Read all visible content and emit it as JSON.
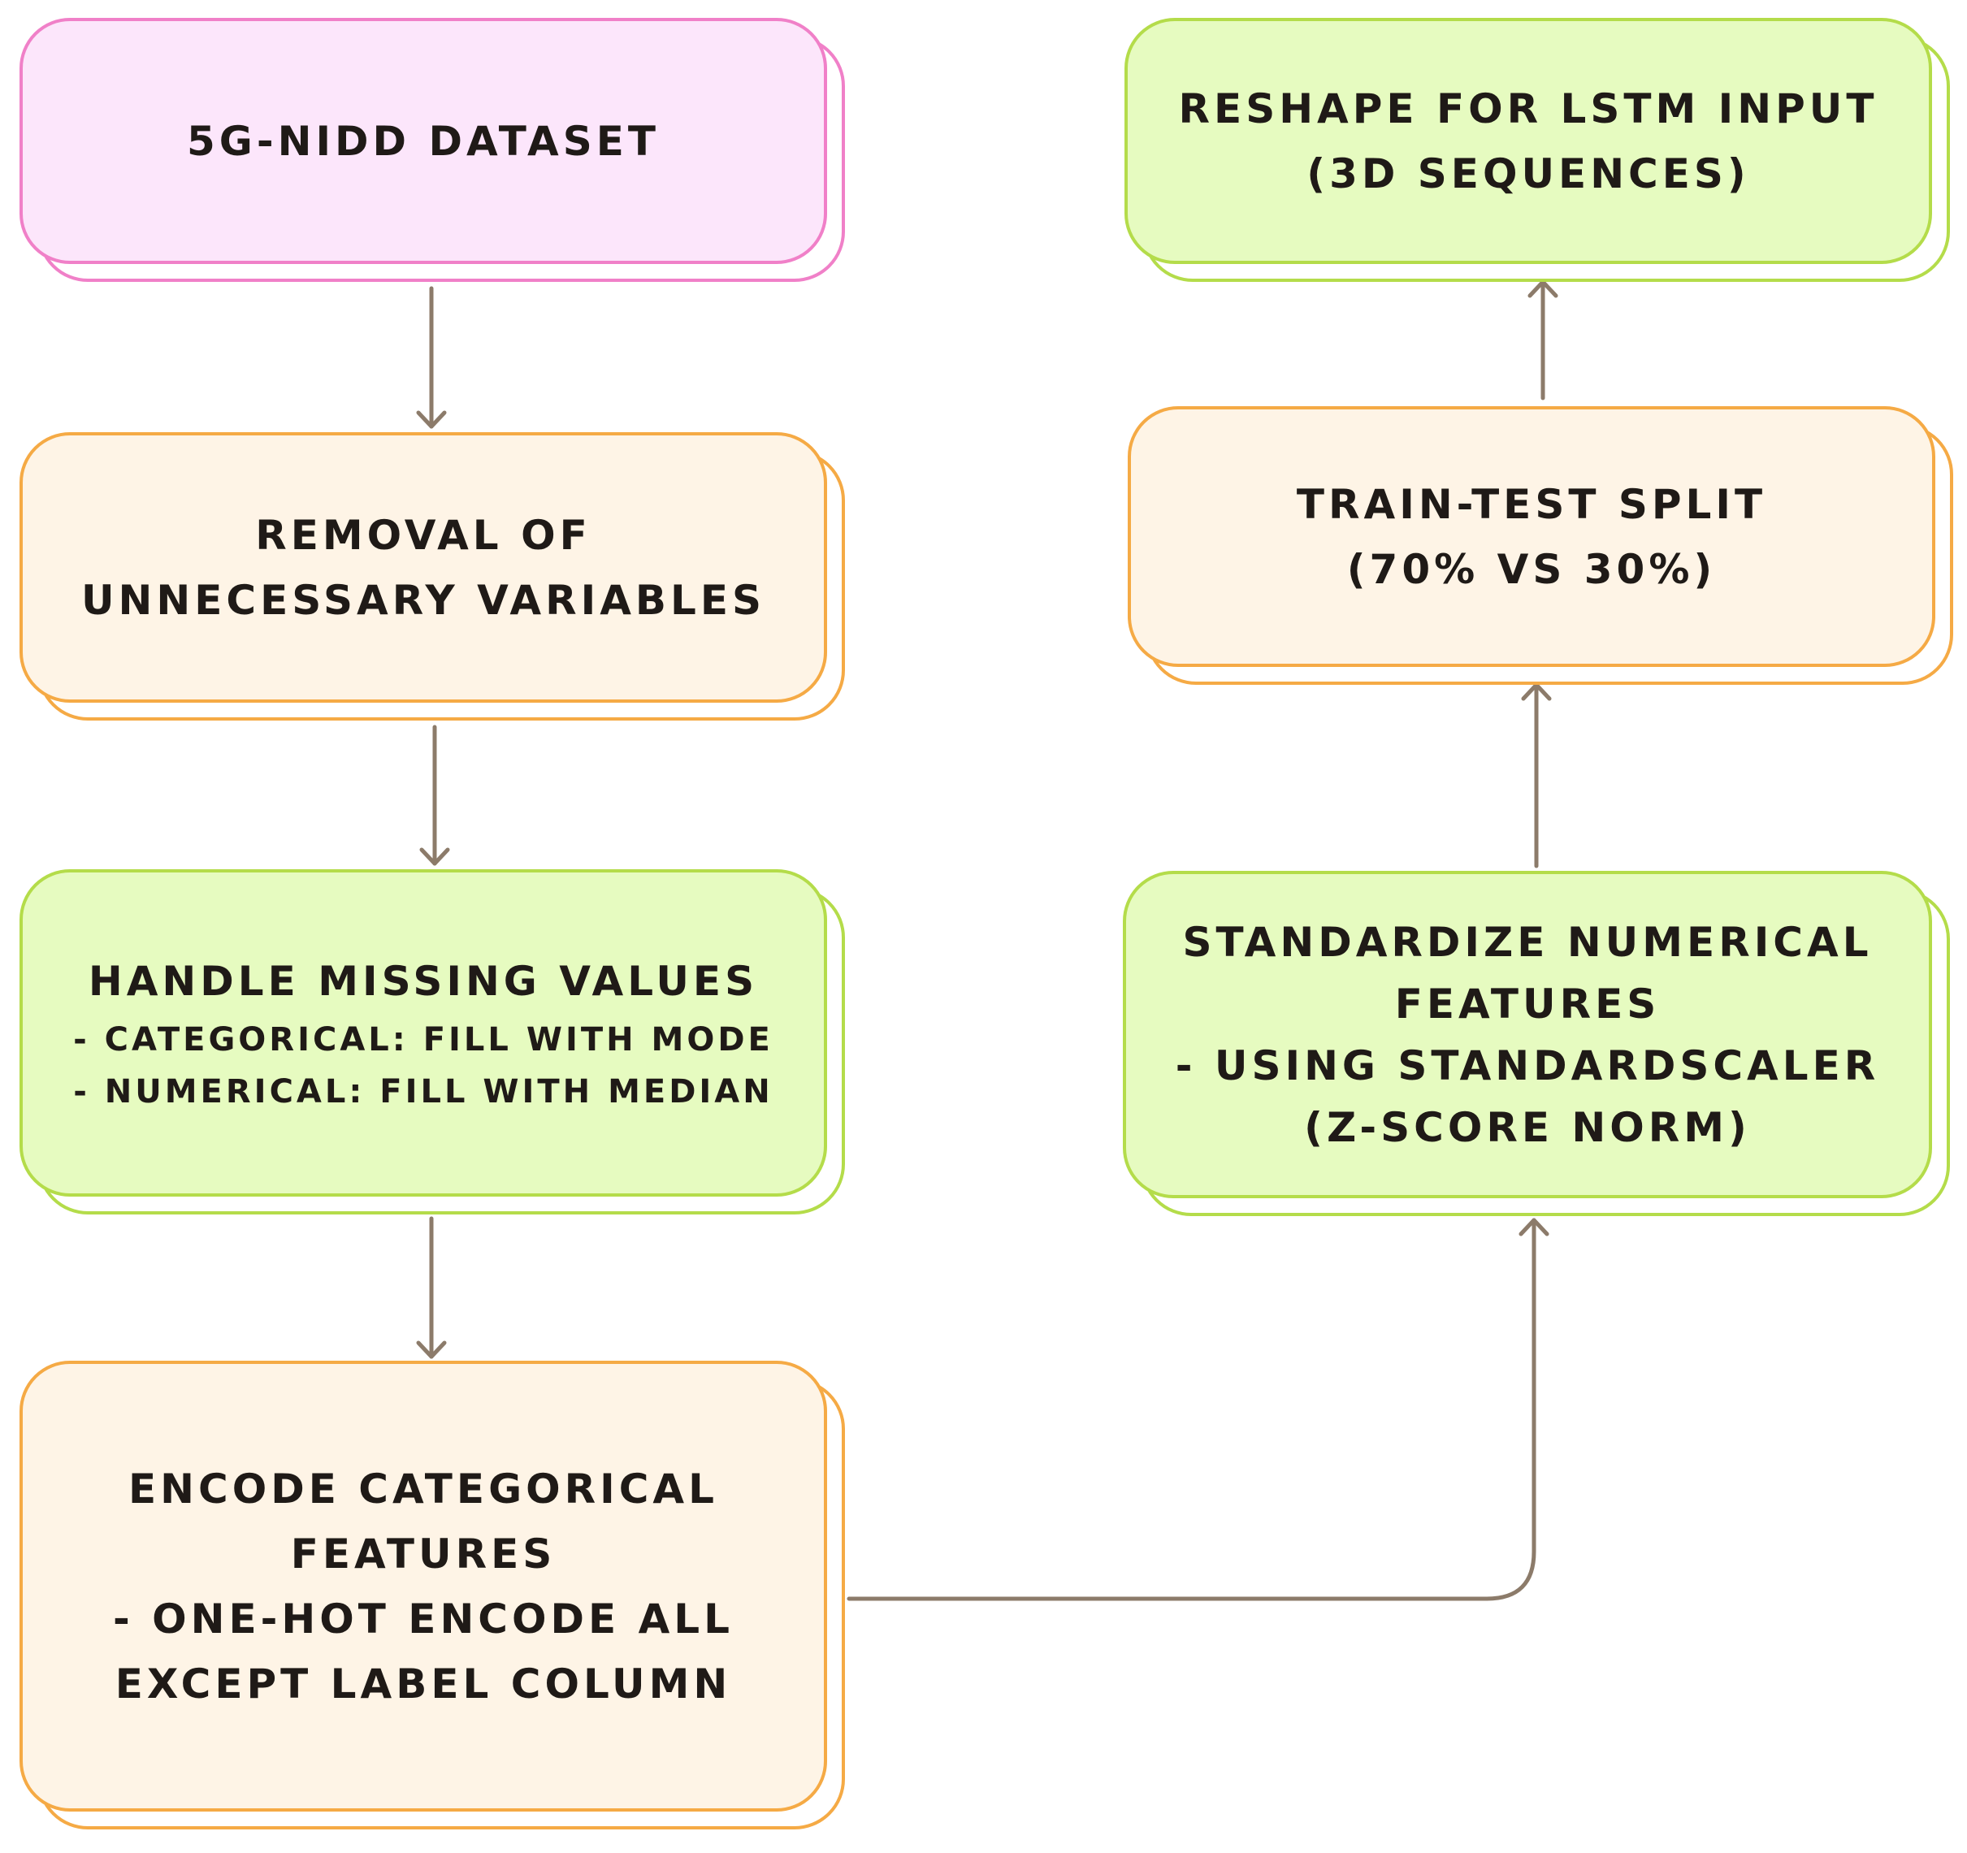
{
  "colors": {
    "pink_border": "#f080c8",
    "pink_fill": "#fce6fb",
    "orange_border": "#f5aa45",
    "orange_fill": "#fef4e6",
    "green_border": "#b4dc4a",
    "green_fill": "#e6fbc0",
    "arrow": "#8c7b6a"
  },
  "nodes": {
    "dataset": {
      "lines": [
        "5G-NIDD DATASET"
      ]
    },
    "removal": {
      "lines": [
        "REMOVAL OF",
        "UNNECESSARY VARIABLES"
      ]
    },
    "missing": {
      "title": "HANDLE MISSING VALUES",
      "lines": [
        "- CATEGORICAL: FILL WITH MODE",
        "- NUMERICAL: FILL WITH MEDIAN"
      ]
    },
    "encode": {
      "lines": [
        "ENCODE CATEGORICAL",
        "FEATURES",
        "- ONE-HOT ENCODE ALL",
        "EXCEPT LABEL COLUMN"
      ]
    },
    "standardize": {
      "lines": [
        "STANDARDIZE NUMERICAL",
        "FEATURES",
        "- USING STANDARDSCALER",
        "(Z-SCORE NORM)"
      ]
    },
    "split": {
      "lines": [
        "TRAIN-TEST SPLIT",
        "(70% VS 30%)"
      ]
    },
    "reshape": {
      "lines": [
        "RESHAPE FOR LSTM INPUT",
        "(3D SEQUENCES)"
      ]
    }
  }
}
